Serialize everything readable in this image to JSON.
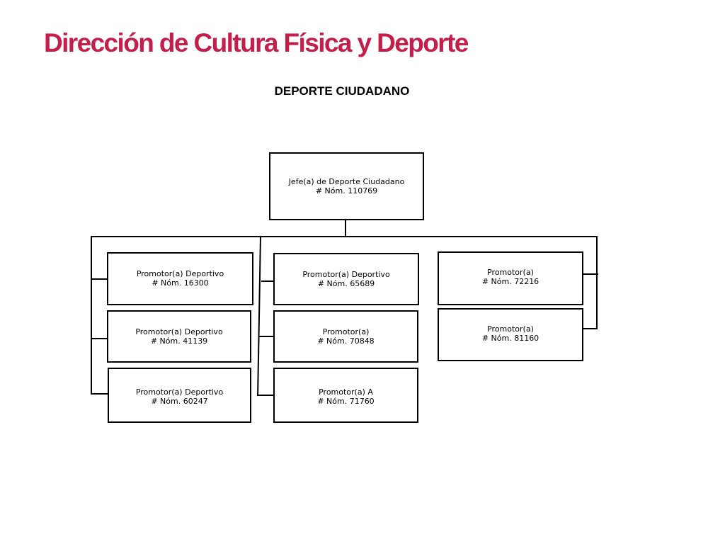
{
  "header": {
    "title": "Dirección de Cultura Física y Deporte",
    "subtitle": "DEPORTE CIUDADANO"
  },
  "chart": {
    "head": {
      "role": "Jefe(a) de Deporte Ciudadano",
      "nomina": "# Nóm. 110769"
    },
    "columns": [
      {
        "positions": [
          {
            "role": "Promotor(a) Deportivo",
            "nomina": "# Nóm. 16300"
          },
          {
            "role": "Promotor(a) Deportivo",
            "nomina": "# Nóm. 41139"
          },
          {
            "role": "Promotor(a) Deportivo",
            "nomina": "# Nóm. 60247"
          }
        ]
      },
      {
        "positions": [
          {
            "role": "Promotor(a) Deportivo",
            "nomina": "# Nóm. 65689"
          },
          {
            "role": "Promotor(a)",
            "nomina": "# Nóm. 70848"
          },
          {
            "role": "Promotor(a) A",
            "nomina": "# Nóm. 71760"
          }
        ]
      },
      {
        "positions": [
          {
            "role": "Promotor(a)",
            "nomina": "# Nóm. 72216"
          },
          {
            "role": "Promotor(a)",
            "nomina": "# Nóm. 81160"
          }
        ]
      }
    ]
  }
}
